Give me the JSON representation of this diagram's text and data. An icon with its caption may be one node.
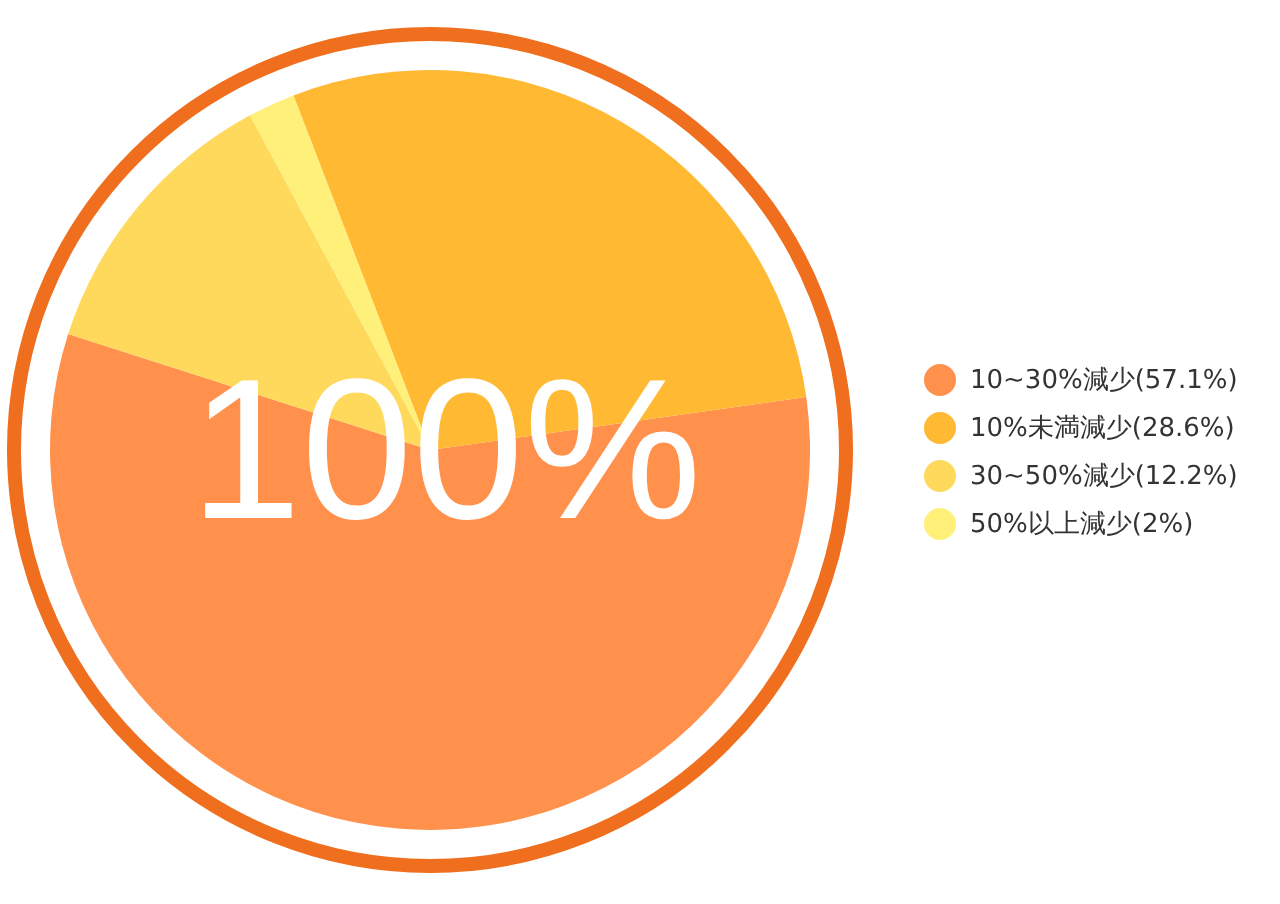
{
  "diagram": {
    "labels": [
      "100%"
    ],
    "legend": [
      {
        "text": "10~30%減少(57.1%)",
        "color": "#ff914d"
      },
      {
        "text": "10%未満減少(28.6%)",
        "color": "#ffb933"
      },
      {
        "text": "30~50%減少(12.2%)",
        "color": "#ffd95c"
      },
      {
        "text": "50%以上減少(2%)",
        "color": "#fff07a"
      }
    ],
    "chart_data": {
      "type": "pie",
      "series": [
        {
          "values": [
            57.1,
            28.6,
            12.2,
            2
          ]
        }
      ]
    }
  }
}
